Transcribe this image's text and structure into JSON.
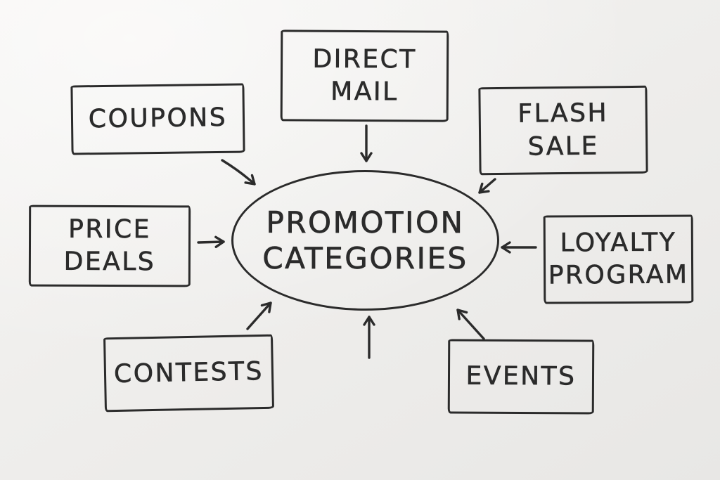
{
  "diagram": {
    "center": {
      "label": "PROMOTION CATEGORIES"
    },
    "nodes": [
      {
        "id": "coupons",
        "label": "COUPONS"
      },
      {
        "id": "direct-mail",
        "label": "DIRECT MAIL"
      },
      {
        "id": "flash-sale",
        "label": "FLASH SALE"
      },
      {
        "id": "price-deals",
        "label": "PRICE DEALS"
      },
      {
        "id": "loyalty-program",
        "label": "LOYALTY PROGRAM"
      },
      {
        "id": "contests",
        "label": "CONTESTS"
      },
      {
        "id": "events",
        "label": "EVENTS"
      }
    ],
    "colors": {
      "ink": "#2b2b2b",
      "paper_light": "#f6f5f3",
      "paper_dark": "#e8e7e5"
    }
  }
}
